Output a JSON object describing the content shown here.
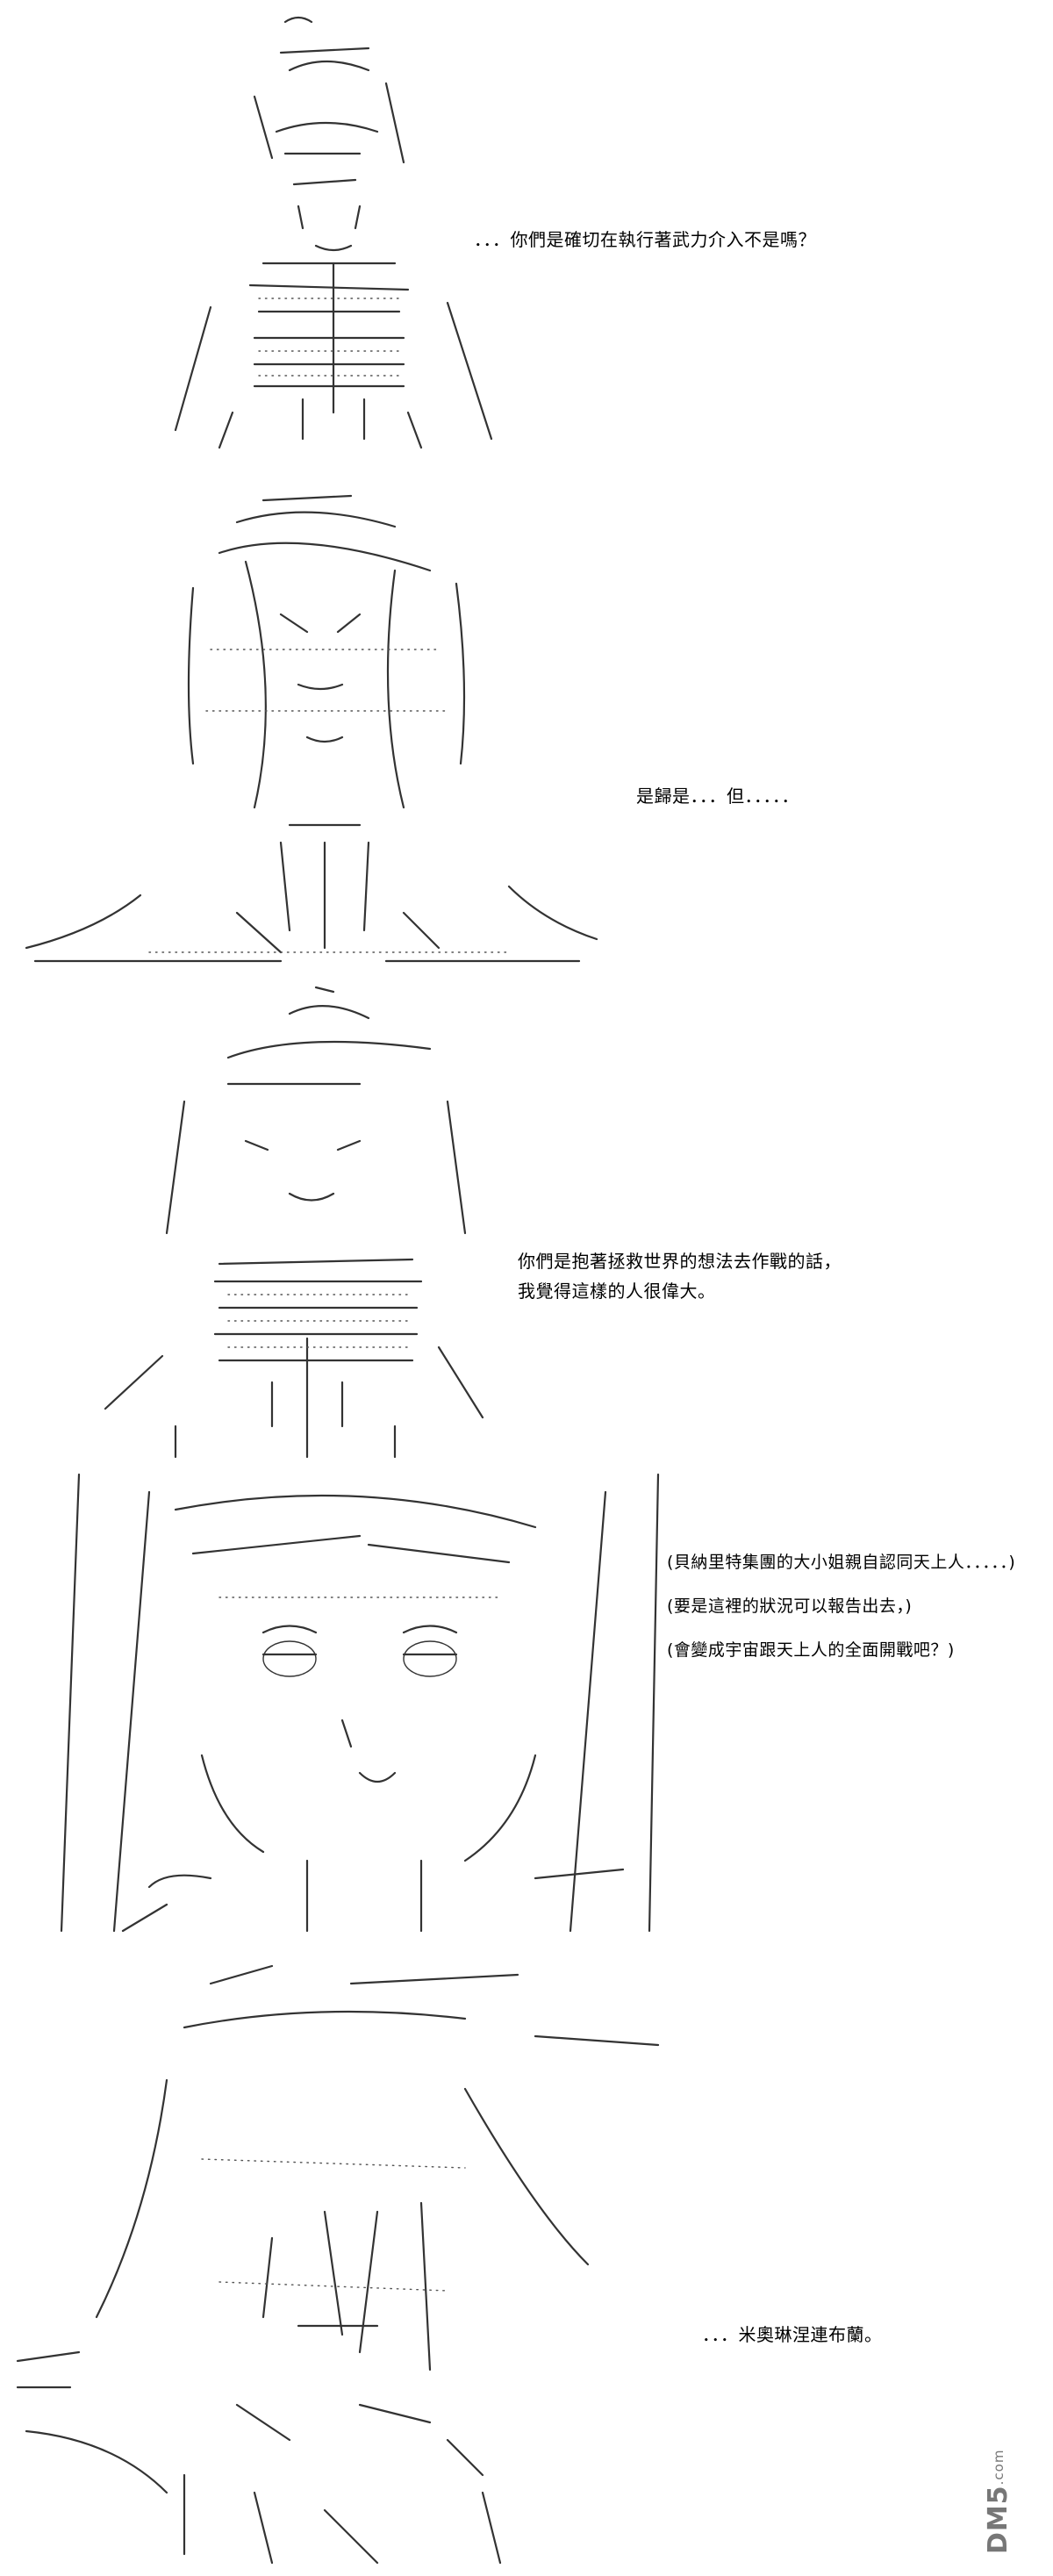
{
  "panels": [
    {
      "lines": [
        "．．．你們是確切在執行著武力介入不是嗎？"
      ]
    },
    {
      "lines": [
        "是歸是．．．但．．．．．"
      ]
    },
    {
      "lines": [
        "你們是抱著拯救世界的想法去作戰的話，",
        "我覺得這樣的人很偉大。"
      ]
    },
    {
      "lines": [
        "(貝納里特集團的大小姐親自認同天上人．．．．．)",
        "(要是這裡的狀況可以報告出去，)",
        "(會變成宇宙跟天上人的全面開戰吧？)"
      ]
    },
    {
      "lines": [
        "．．．米奧琳涅連布蘭。"
      ]
    }
  ],
  "watermark": {
    "brand": "DM5",
    "domain": ".com"
  }
}
